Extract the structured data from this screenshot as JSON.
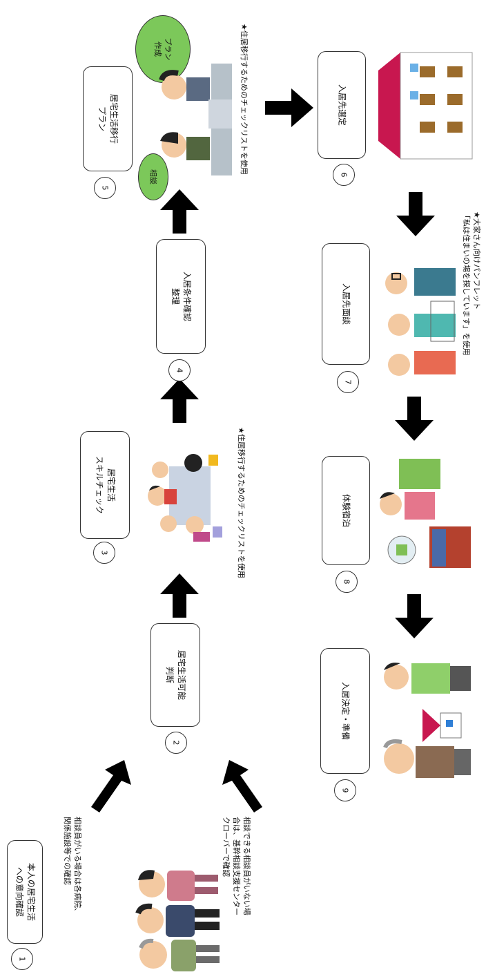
{
  "steps": [
    {
      "num": "1",
      "label": "本人の居宅生活\nへの意向確認"
    },
    {
      "num": "2",
      "label": "居宅生活可能\n判断"
    },
    {
      "num": "3",
      "label": "居宅生活\nスキルチェック"
    },
    {
      "num": "4",
      "label": "入居条件確認\n整理"
    },
    {
      "num": "5",
      "label": "居宅生活移行\nプラン"
    },
    {
      "num": "6",
      "label": "入居先選定"
    },
    {
      "num": "7",
      "label": "入居先面談"
    },
    {
      "num": "8",
      "label": "体験宿泊"
    },
    {
      "num": "9",
      "label": "入居決定・準備"
    }
  ],
  "notes": {
    "consultant_present": "相談員がいる場合は各病院、\n関係施設等での確認",
    "no_consultant": "相談できる相談員がいない場\n合は、基幹相談支援センター\nクローバーで確認",
    "checklist_skill": "★住居移行するためのチェックリストを使用",
    "checklist_plan": "★住居移行するためのチェックリストを使用",
    "landlord_pamphlet": "★大家さん向けパンフレット\n「私は住まいの場を探しています」を使用"
  },
  "bubbles": {
    "consult": "相談",
    "plan": "プラン\n作成"
  },
  "colors": {
    "arrow": "#000000",
    "bubble": "#7cc85a",
    "roof": "#c8174f"
  }
}
